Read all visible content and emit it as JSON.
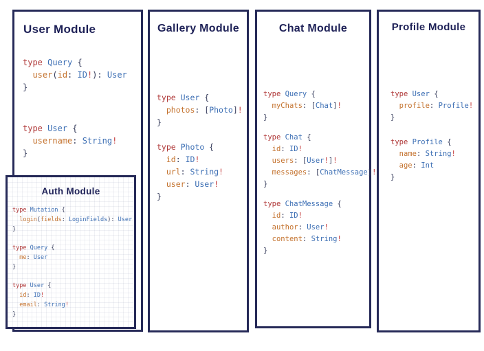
{
  "colors": {
    "border": "#262a58",
    "title": "#1e2157",
    "keyword": "#b03a3a",
    "typename": "#3d6fb4",
    "field": "#c4732f",
    "punctuation": "#373d5c",
    "bang": "#c43d3d"
  },
  "modules": {
    "user": {
      "title": "User Module",
      "blocks": [
        [
          [
            [
              "kw",
              "type "
            ],
            [
              "tn",
              "Query "
            ],
            [
              "pu",
              "{"
            ]
          ],
          [
            [
              "pu",
              "  "
            ],
            [
              "fd",
              "user"
            ],
            [
              "pu",
              "("
            ],
            [
              "fd",
              "id"
            ],
            [
              "pu",
              ": "
            ],
            [
              "tn",
              "ID"
            ],
            [
              "bg",
              "!"
            ],
            [
              "pu",
              "): "
            ],
            [
              "tn",
              "User"
            ]
          ],
          [
            [
              "pu",
              "}"
            ]
          ]
        ],
        [
          [
            [
              "kw",
              "type "
            ],
            [
              "tn",
              "User "
            ],
            [
              "pu",
              "{"
            ]
          ],
          [
            [
              "pu",
              "  "
            ],
            [
              "fd",
              "username"
            ],
            [
              "pu",
              ": "
            ],
            [
              "tn",
              "String"
            ],
            [
              "bg",
              "!"
            ]
          ],
          [
            [
              "pu",
              "}"
            ]
          ]
        ]
      ]
    },
    "auth": {
      "title": "Auth Module",
      "blocks": [
        [
          [
            [
              "kw",
              "type "
            ],
            [
              "tn",
              "Mutation "
            ],
            [
              "pu",
              "{"
            ]
          ],
          [
            [
              "pu",
              "  "
            ],
            [
              "fd",
              "login"
            ],
            [
              "pu",
              "("
            ],
            [
              "fd",
              "fields"
            ],
            [
              "pu",
              ": "
            ],
            [
              "tn",
              "LoginFields"
            ],
            [
              "pu",
              "): "
            ],
            [
              "tn",
              "User"
            ]
          ],
          [
            [
              "pu",
              "}"
            ]
          ]
        ],
        [
          [
            [
              "kw",
              "type "
            ],
            [
              "tn",
              "Query "
            ],
            [
              "pu",
              "{"
            ]
          ],
          [
            [
              "pu",
              "  "
            ],
            [
              "fd",
              "me"
            ],
            [
              "pu",
              ": "
            ],
            [
              "tn",
              "User"
            ]
          ],
          [
            [
              "pu",
              "}"
            ]
          ]
        ],
        [
          [
            [
              "kw",
              "type "
            ],
            [
              "tn",
              "User "
            ],
            [
              "pu",
              "{"
            ]
          ],
          [
            [
              "pu",
              "  "
            ],
            [
              "fd",
              "id"
            ],
            [
              "pu",
              ": "
            ],
            [
              "tn",
              "ID"
            ],
            [
              "bg",
              "!"
            ]
          ],
          [
            [
              "pu",
              "  "
            ],
            [
              "fd",
              "email"
            ],
            [
              "pu",
              ": "
            ],
            [
              "tn",
              "String"
            ],
            [
              "bg",
              "!"
            ]
          ],
          [
            [
              "pu",
              "}"
            ]
          ]
        ]
      ]
    },
    "gallery": {
      "title": "Gallery Module",
      "blocks": [
        [
          [
            [
              "kw",
              "type "
            ],
            [
              "tn",
              "User "
            ],
            [
              "pu",
              "{"
            ]
          ],
          [
            [
              "pu",
              "  "
            ],
            [
              "fd",
              "photos"
            ],
            [
              "pu",
              ": ["
            ],
            [
              "tn",
              "Photo"
            ],
            [
              "pu",
              "]"
            ],
            [
              "bg",
              "!"
            ]
          ],
          [
            [
              "pu",
              "}"
            ]
          ]
        ],
        [
          [
            [
              "kw",
              "type "
            ],
            [
              "tn",
              "Photo "
            ],
            [
              "pu",
              "{"
            ]
          ],
          [
            [
              "pu",
              "  "
            ],
            [
              "fd",
              "id"
            ],
            [
              "pu",
              ": "
            ],
            [
              "tn",
              "ID"
            ],
            [
              "bg",
              "!"
            ]
          ],
          [
            [
              "pu",
              "  "
            ],
            [
              "fd",
              "url"
            ],
            [
              "pu",
              ": "
            ],
            [
              "tn",
              "String"
            ],
            [
              "bg",
              "!"
            ]
          ],
          [
            [
              "pu",
              "  "
            ],
            [
              "fd",
              "user"
            ],
            [
              "pu",
              ": "
            ],
            [
              "tn",
              "User"
            ],
            [
              "bg",
              "!"
            ]
          ],
          [
            [
              "pu",
              "}"
            ]
          ]
        ]
      ]
    },
    "chat": {
      "title": "Chat Module",
      "blocks": [
        [
          [
            [
              "kw",
              "type "
            ],
            [
              "tn",
              "Query "
            ],
            [
              "pu",
              "{"
            ]
          ],
          [
            [
              "pu",
              "  "
            ],
            [
              "fd",
              "myChats"
            ],
            [
              "pu",
              ": ["
            ],
            [
              "tn",
              "Chat"
            ],
            [
              "pu",
              "]"
            ],
            [
              "bg",
              "!"
            ]
          ],
          [
            [
              "pu",
              "}"
            ]
          ]
        ],
        [
          [
            [
              "kw",
              "type "
            ],
            [
              "tn",
              "Chat "
            ],
            [
              "pu",
              "{"
            ]
          ],
          [
            [
              "pu",
              "  "
            ],
            [
              "fd",
              "id"
            ],
            [
              "pu",
              ": "
            ],
            [
              "tn",
              "ID"
            ],
            [
              "bg",
              "!"
            ]
          ],
          [
            [
              "pu",
              "  "
            ],
            [
              "fd",
              "users"
            ],
            [
              "pu",
              ": ["
            ],
            [
              "tn",
              "User"
            ],
            [
              "bg",
              "!"
            ],
            [
              "pu",
              "]"
            ],
            [
              "bg",
              "!"
            ]
          ],
          [
            [
              "pu",
              "  "
            ],
            [
              "fd",
              "messages"
            ],
            [
              "pu",
              ": ["
            ],
            [
              "tn",
              "ChatMessage"
            ],
            [
              "pu",
              "]"
            ],
            [
              "bg",
              "!"
            ]
          ],
          [
            [
              "pu",
              "}"
            ]
          ]
        ],
        [
          [
            [
              "kw",
              "type "
            ],
            [
              "tn",
              "ChatMessage "
            ],
            [
              "pu",
              "{"
            ]
          ],
          [
            [
              "pu",
              "  "
            ],
            [
              "fd",
              "id"
            ],
            [
              "pu",
              ": "
            ],
            [
              "tn",
              "ID"
            ],
            [
              "bg",
              "!"
            ]
          ],
          [
            [
              "pu",
              "  "
            ],
            [
              "fd",
              "author"
            ],
            [
              "pu",
              ": "
            ],
            [
              "tn",
              "User"
            ],
            [
              "bg",
              "!"
            ]
          ],
          [
            [
              "pu",
              "  "
            ],
            [
              "fd",
              "content"
            ],
            [
              "pu",
              ": "
            ],
            [
              "tn",
              "String"
            ],
            [
              "bg",
              "!"
            ]
          ],
          [
            [
              "pu",
              "}"
            ]
          ]
        ]
      ]
    },
    "profile": {
      "title": "Profile Module",
      "blocks": [
        [
          [
            [
              "kw",
              "type "
            ],
            [
              "tn",
              "User "
            ],
            [
              "pu",
              "{"
            ]
          ],
          [
            [
              "pu",
              "  "
            ],
            [
              "fd",
              "profile"
            ],
            [
              "pu",
              ": "
            ],
            [
              "tn",
              "Profile"
            ],
            [
              "bg",
              "!"
            ]
          ],
          [
            [
              "pu",
              "}"
            ]
          ]
        ],
        [
          [
            [
              "kw",
              "type "
            ],
            [
              "tn",
              "Profile "
            ],
            [
              "pu",
              "{"
            ]
          ],
          [
            [
              "pu",
              "  "
            ],
            [
              "fd",
              "name"
            ],
            [
              "pu",
              ": "
            ],
            [
              "tn",
              "String"
            ],
            [
              "bg",
              "!"
            ]
          ],
          [
            [
              "pu",
              "  "
            ],
            [
              "fd",
              "age"
            ],
            [
              "pu",
              ": "
            ],
            [
              "tn",
              "Int"
            ]
          ],
          [
            [
              "pu",
              "}"
            ]
          ]
        ]
      ]
    }
  }
}
